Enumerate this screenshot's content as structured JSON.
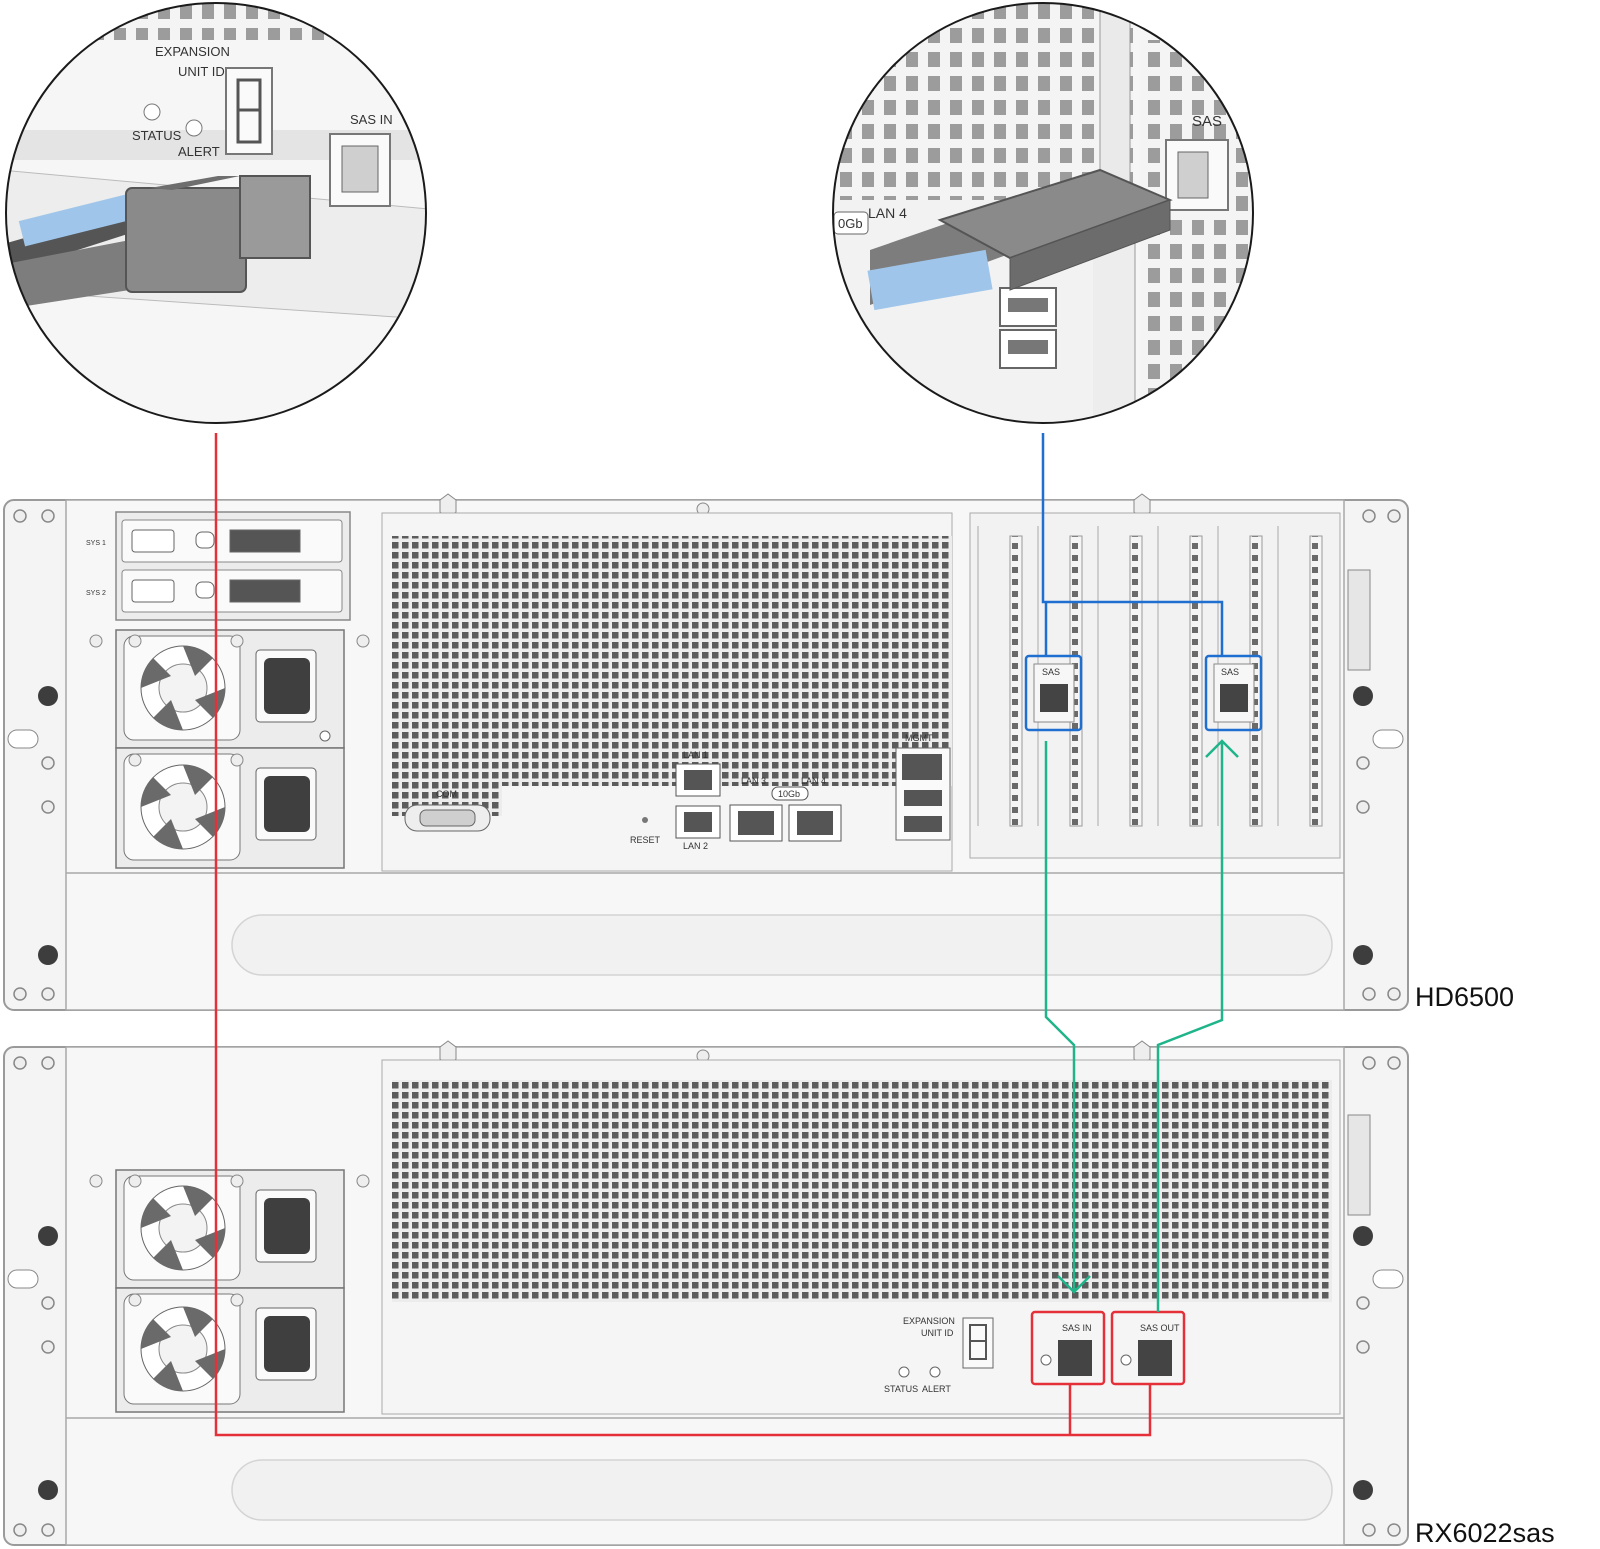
{
  "devices": {
    "primary": {
      "name": "HD6500"
    },
    "expansion": {
      "name": "RX6022sas"
    }
  },
  "primary_ports": {
    "com": "COM",
    "reset": "RESET",
    "lan1": "LAN 1",
    "lan2": "LAN 2",
    "lan3": "LAN 3",
    "lan4": "LAN 4",
    "tengb": "10Gb",
    "mgmt": "MGMT",
    "sas_a": "SAS",
    "sas_b": "SAS",
    "sys1": "SYS 1",
    "sys2": "SYS 2"
  },
  "expansion_ports": {
    "expansion_unit_id": [
      "EXPANSION",
      "UNIT ID"
    ],
    "status": "STATUS",
    "alert": "ALERT",
    "sas_in": "SAS IN",
    "sas_out": "SAS OUT"
  },
  "zoom_left": {
    "expansion_unit_id": [
      "EXPANSION",
      "UNIT ID"
    ],
    "status": "STATUS",
    "alert": "ALERT",
    "sas_in": "SAS IN"
  },
  "zoom_right": {
    "sas": "SAS",
    "lan4": "LAN 4",
    "tengb": "0Gb"
  },
  "colors": {
    "red_cable": "#e5303a",
    "blue_cable": "#1f6fd1",
    "green_cable": "#1fb48a",
    "chassis": "#f3f3f3",
    "outline": "#9a9a9a",
    "grille": "#5a5a5a"
  }
}
